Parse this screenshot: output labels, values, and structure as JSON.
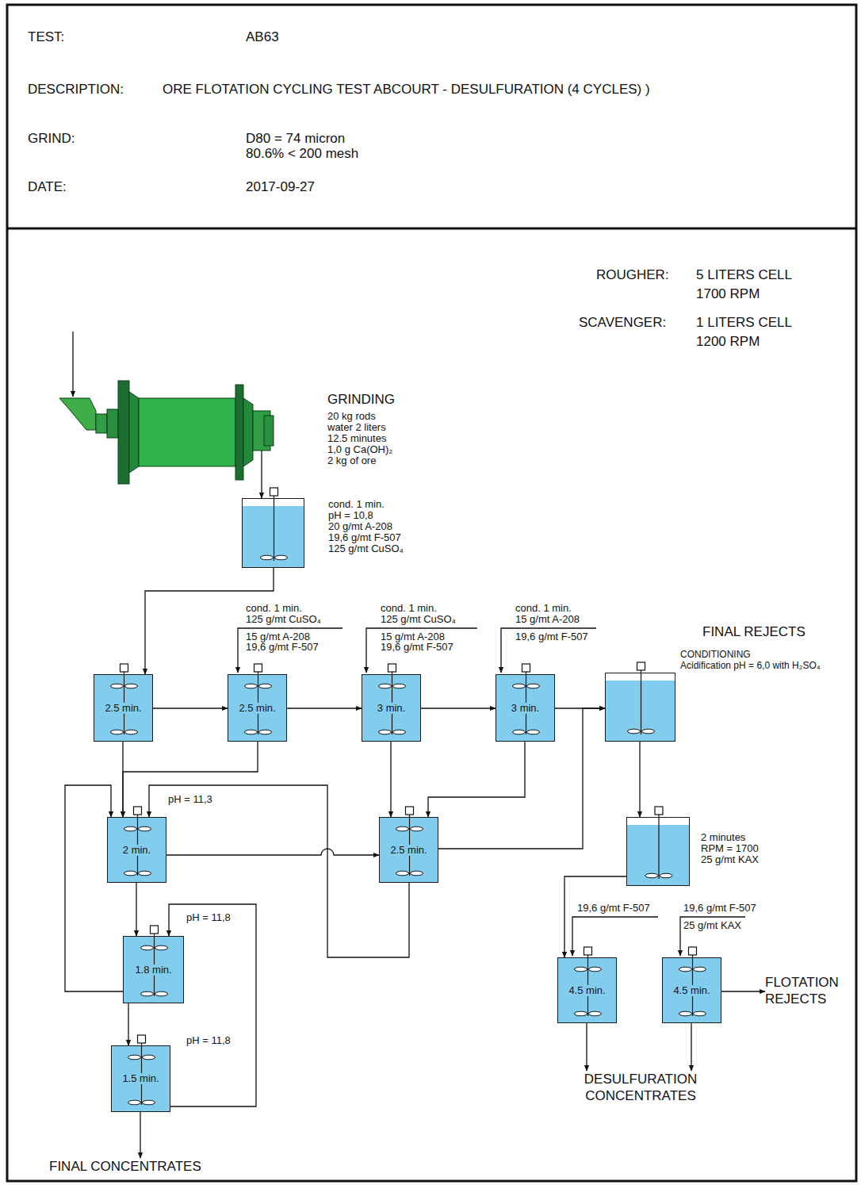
{
  "diagram": {
    "nodes": [
      {
        "text": [
          "GRINDING",
          "20 kg rods",
          "water 2 liters",
          "12.5 minutes",
          "1,0 g Ca(OH)₂",
          "2 kg of ore"
        ]
      },
      {
        "text": [
          "cond. 1 min.",
          "pH = 10,8",
          "20 g/mt A-208",
          "19,6 g/mt F-507",
          "125 g/mt CuSO₄"
        ]
      },
      {
        "text": [
          "2.5 min."
        ]
      },
      {
        "text": [
          "2.5 min."
        ]
      },
      {
        "text": [
          "3 min."
        ]
      },
      {
        "text": [
          "3 min."
        ]
      },
      {
        "text": [
          "CONDITIONING",
          "Acidification pH = 6,0 with H₂SO₄"
        ]
      },
      {
        "text": [
          "2 min."
        ]
      },
      {
        "text": [
          "2.5 min."
        ]
      },
      {
        "text": [
          "2 minutes",
          "RPM = 1700",
          "25 g/mt KAX"
        ]
      },
      {
        "text": [
          "1.8 min."
        ]
      },
      {
        "text": [
          "4.5 min."
        ]
      },
      {
        "text": [
          "4.5 min."
        ]
      },
      {
        "text": [
          "FLOTATION REJECTS"
        ]
      },
      {
        "text": [
          "1.5 min."
        ]
      },
      {
        "text": [
          "DESULFURATION CONCENTRATES"
        ]
      },
      {
        "text": [
          "FINAL CONCENTRATES"
        ]
      }
    ],
    "edges": [
      {
        "from": 0,
        "to": 1,
        "arrow": "to"
      },
      {
        "from": 1,
        "to": 2,
        "arrow": "to"
      },
      {
        "from": 2,
        "to": 3,
        "arrow": "to"
      },
      {
        "from": 3,
        "to": 4,
        "arrow": "to"
      },
      {
        "from": 4,
        "to": 5,
        "arrow": "to"
      },
      {
        "from": 5,
        "to": 6,
        "arrow": "to"
      },
      {
        "from": 2,
        "to": 7,
        "arrow": "to"
      },
      {
        "from": 3,
        "to": 7,
        "arrow": "to"
      },
      {
        "from": 4,
        "to": 8,
        "arrow": "to"
      },
      {
        "from": 5,
        "to": 8,
        "arrow": "to"
      },
      {
        "from": 7,
        "to": 8,
        "arrow": "to"
      },
      {
        "from": 8,
        "to": 6,
        "arrow": "to"
      },
      {
        "from": 8,
        "to": 7,
        "arrow": "to"
      },
      {
        "from": 10,
        "to": 7,
        "arrow": "to"
      },
      {
        "from": 7,
        "to": 10,
        "arrow": "to"
      },
      {
        "from": 14,
        "to": 10,
        "arrow": "to"
      },
      {
        "from": 10,
        "to": 14,
        "arrow": "to"
      },
      {
        "from": 14,
        "to": 16,
        "arrow": "to"
      },
      {
        "from": 6,
        "to": 9,
        "arrow": "to"
      },
      {
        "from": 9,
        "to": 11,
        "arrow": "to"
      },
      {
        "from": 11,
        "to": 15,
        "arrow": "to"
      },
      {
        "from": 12,
        "to": 15,
        "arrow": "to"
      },
      {
        "from": 12,
        "to": 13,
        "arrow": "to"
      }
    ],
    "labels": [
      "TEST:",
      "AB63",
      "DESCRIPTION:",
      "ORE FLOTATION CYCLING TEST ABCOURT - DESULFURATION (4 CYCLES) )",
      "GRIND:",
      "D80 = 74 micron",
      "80.6% < 200 mesh",
      "DATE:",
      "2017-09-27",
      "ROUGHER:",
      "5 LITERS CELL",
      "1700 RPM",
      "SCAVENGER:",
      "1 LITERS CELL",
      "1200 RPM",
      "cond. 1 min.",
      "125 g/mt CuSO₄",
      "15 g/mt A-208",
      "19,6 g/mt F-507",
      "cond. 1 min.",
      "125 g/mt CuSO₄",
      "15 g/mt A-208",
      "19,6 g/mt F-507",
      "cond. 1 min.",
      "15 g/mt A-208",
      "19,6 g/mt F-507",
      "FINAL REJECTS",
      "pH = 11,3",
      "pH = 11,8",
      "pH = 11,8",
      "19,6 g/mt F-507",
      "19,6 g/mt F-507",
      "25 g/mt KAX"
    ]
  }
}
